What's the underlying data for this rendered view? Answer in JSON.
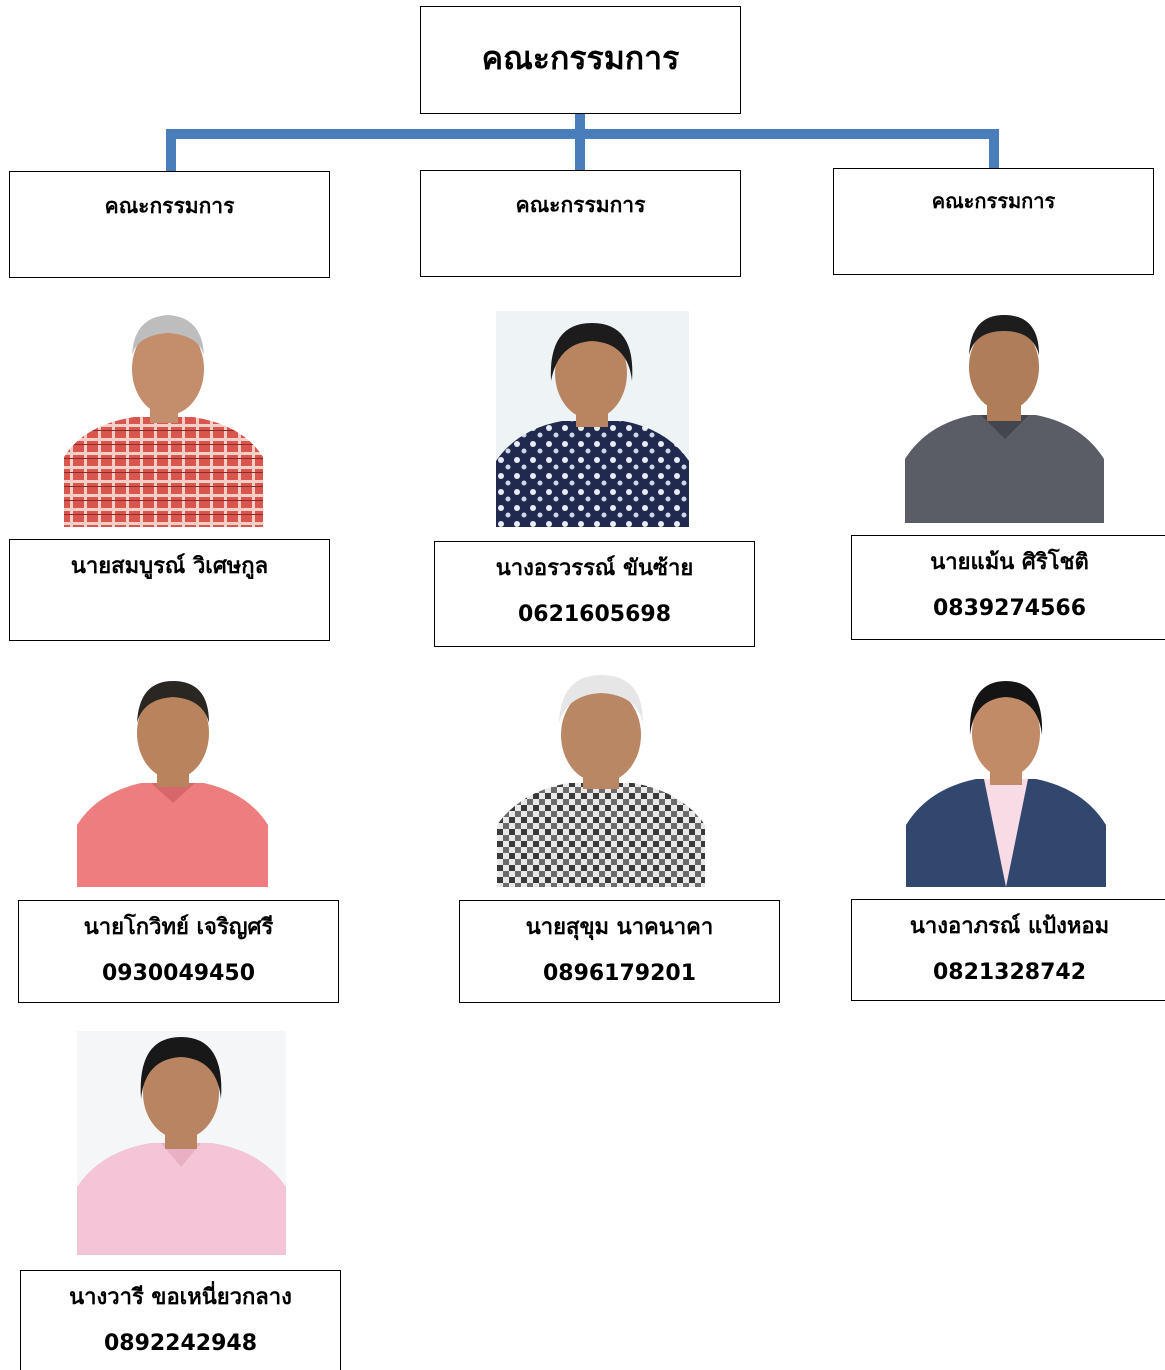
{
  "chart": {
    "title": "คณะกรรมการ",
    "groups": [
      {
        "label": "คณะกรรมการ"
      },
      {
        "label": "คณะกรรมการ"
      },
      {
        "label": "คณะกรรมการ"
      }
    ],
    "line_color": "#4a7ebb"
  },
  "members": [
    {
      "name": "นายสมบูรณ์  วิเศษกูล",
      "phone": "",
      "photo": "man-red-plaid-shirt"
    },
    {
      "name": "นางอรวรรณ์  ขันซ้าย",
      "phone": "0621605698",
      "photo": "woman-floral-blouse"
    },
    {
      "name": "นายแม้น  ศิริโชติ",
      "phone": "0839274566",
      "photo": "man-grey-polo"
    },
    {
      "name": "นายโกวิทย์  เจริญศรี",
      "phone": "0930049450",
      "photo": "man-pink-polo"
    },
    {
      "name": "นายสุขุม  นาคนาคา",
      "phone": "0896179201",
      "photo": "elder-man-check-shirt"
    },
    {
      "name": "นางอาภรณ์  แป้งหอม",
      "phone": "0821328742",
      "photo": "woman-denim-jacket"
    },
    {
      "name": "นางวารี  ขอเหนี่ยวกลาง",
      "phone": "0892242948",
      "photo": "woman-pink-shirt"
    }
  ]
}
